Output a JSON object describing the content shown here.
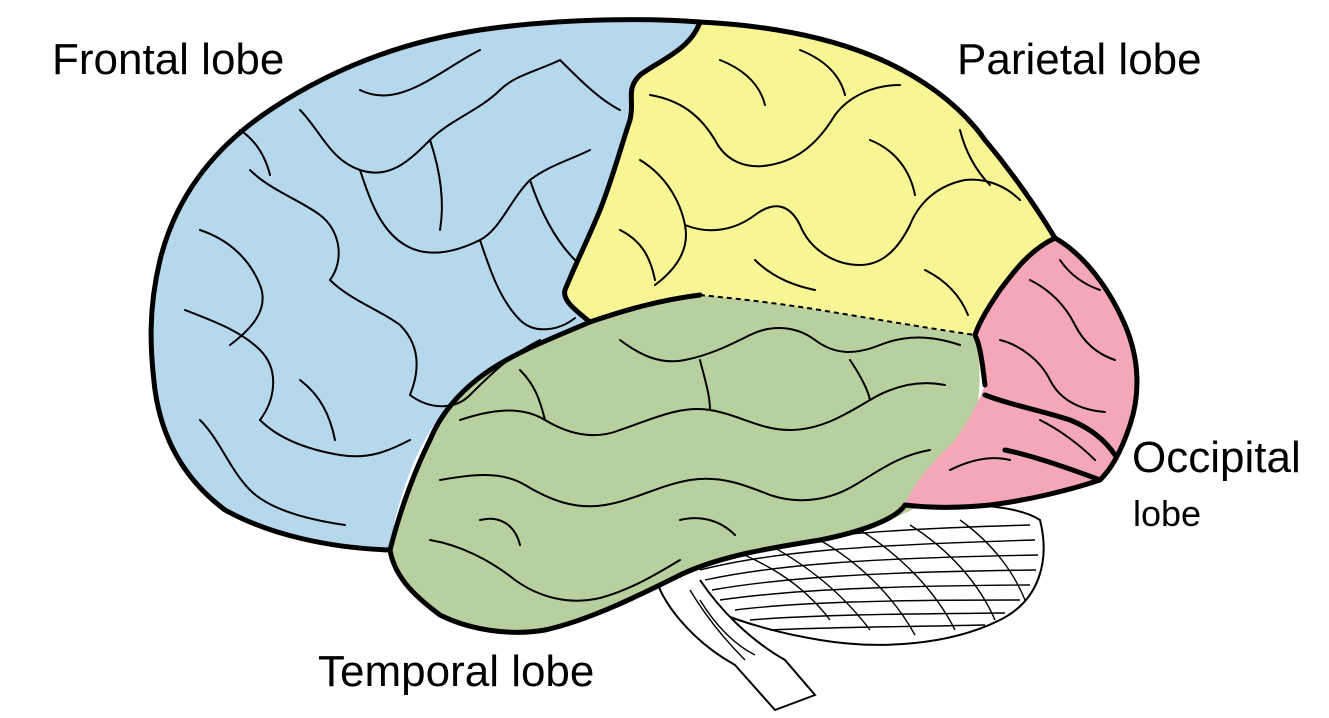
{
  "diagram": {
    "labels": {
      "frontal": "Frontal lobe",
      "parietal": "Parietal lobe",
      "temporal": "Temporal lobe",
      "occipital_line1": "Occipital",
      "occipital_line2": "lobe"
    },
    "colors": {
      "frontal": "#b5d8ec",
      "parietal": "#f9f594",
      "temporal": "#b8cf9e",
      "occipital": "#f4a7b6",
      "cerebellum": "#ffffff",
      "outline": "#000000"
    }
  }
}
